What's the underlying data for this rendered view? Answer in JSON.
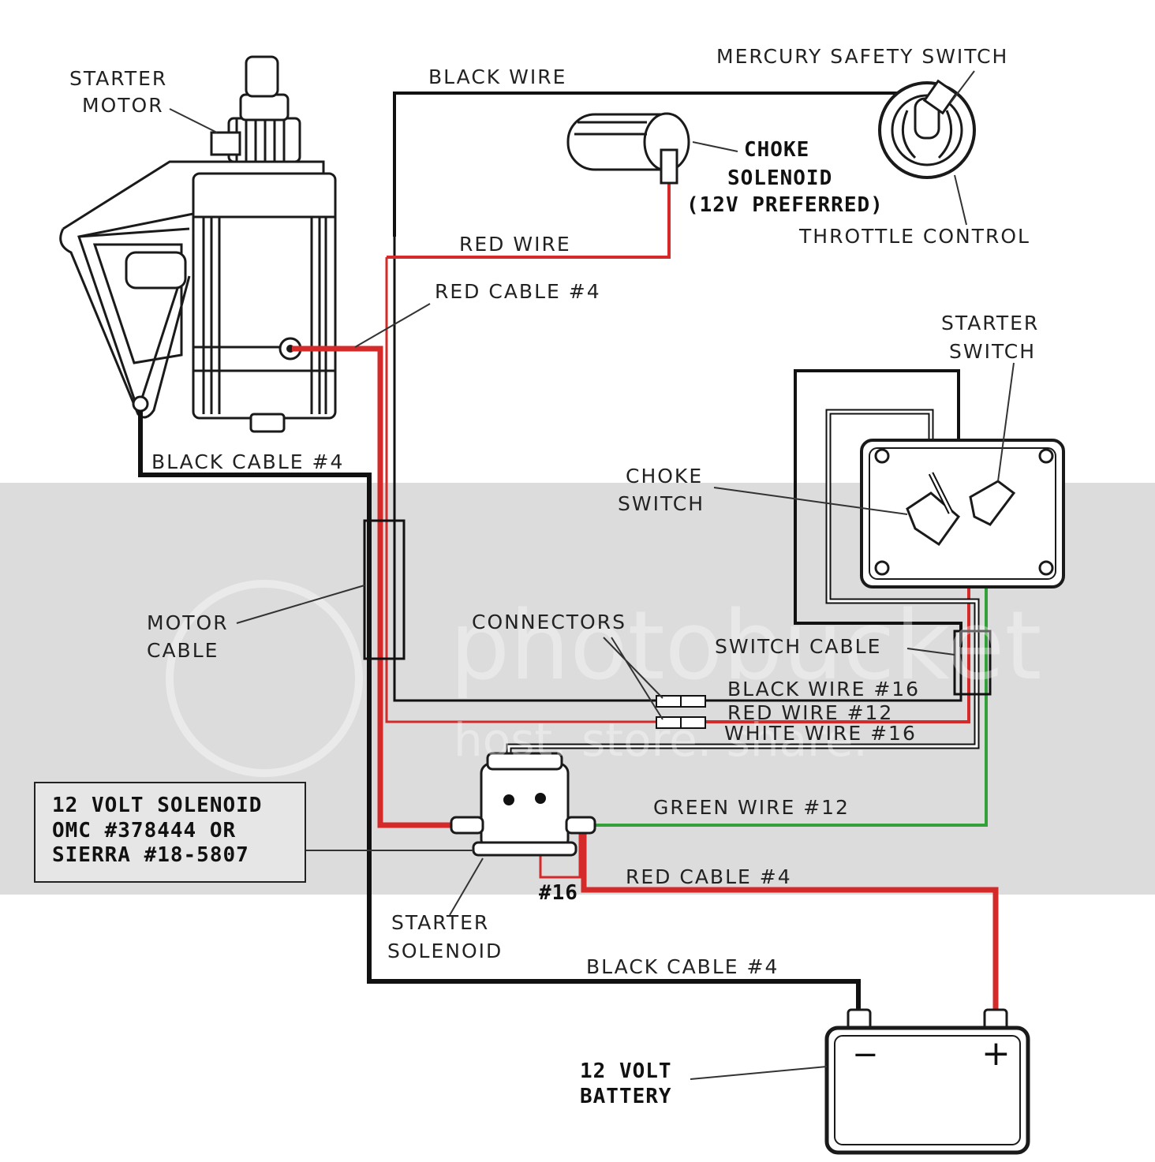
{
  "labels": {
    "starter_motor": [
      "STARTER",
      "MOTOR"
    ],
    "black_wire_top": "BLACK WIRE",
    "mercury_safety_switch": "MERCURY SAFETY SWITCH",
    "choke_solenoid": [
      "CHOKE",
      "SOLENOID",
      "(12V PREFERRED)"
    ],
    "throttle_control": "THROTTLE CONTROL",
    "red_wire_top": "RED WIRE",
    "red_cable_motor": "RED CABLE #4",
    "starter_switch": [
      "STARTER",
      "SWITCH"
    ],
    "black_cable_motor": "BLACK CABLE #4",
    "choke_switch": [
      "CHOKE",
      "SWITCH"
    ],
    "motor_cable": [
      "MOTOR",
      "CABLE"
    ],
    "connectors": "CONNECTORS",
    "switch_cable": "SWITCH CABLE",
    "black_wire_16": "BLACK WIRE #16",
    "red_wire_12": "RED WIRE #12",
    "white_wire_16": "WHITE WIRE #16",
    "solenoid_box": [
      "12 VOLT SOLENOID",
      "OMC #378444  OR",
      "SIERRA #18-5807"
    ],
    "green_wire_12": "GREEN WIRE #12",
    "red_cable_battery": "RED CABLE #4",
    "num_16": "#16",
    "starter_solenoid": [
      "STARTER",
      "SOLENOID"
    ],
    "black_cable_battery": "BLACK CABLE #4",
    "battery": [
      "12 VOLT",
      "BATTERY"
    ],
    "battery_minus": "−",
    "battery_plus": "+"
  },
  "watermark": {
    "main": "photobucket",
    "sub": "host. store. share."
  },
  "colors": {
    "black_wire": "#111111",
    "red_wire": "#d42a2a",
    "green_wire": "#33a03a",
    "white_wire": "#ffffff",
    "watermark_band": "#d6d6d6"
  }
}
